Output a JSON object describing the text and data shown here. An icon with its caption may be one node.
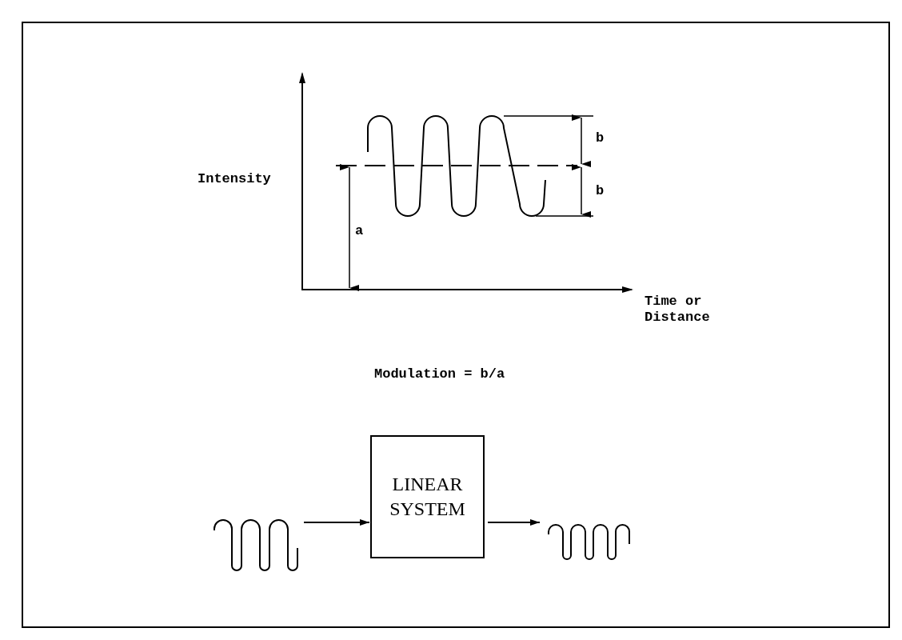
{
  "diagram": {
    "nodes": [
      {
        "text": [],
        "shape": "picture"
      },
      {
        "text": [
          "LINEAR SYSTEM"
        ]
      },
      {
        "text": [],
        "shape": "picture"
      }
    ],
    "edges": [
      {
        "from": 0,
        "to": 1,
        "arrow": "to"
      },
      {
        "from": 1,
        "to": 2,
        "arrow": "to"
      }
    ],
    "labels": [
      "Intensity",
      "b",
      "b",
      "a",
      "Time or Distance",
      "Modulation = b/a"
    ]
  }
}
